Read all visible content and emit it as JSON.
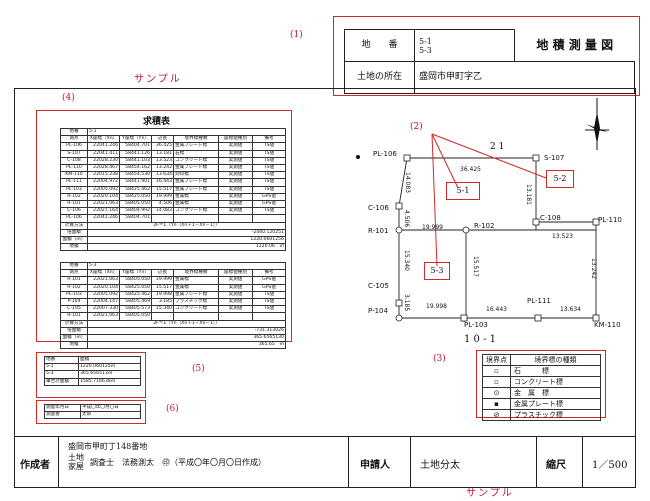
{
  "markers": {
    "m1": "(1)",
    "m2": "(2)",
    "m3": "(3)",
    "m4": "(4)",
    "m5": "(5)",
    "m6": "(6)",
    "sample_top": "サンプル",
    "sample_bottom": "サンプル"
  },
  "title_block": {
    "parcel_label": "地　　番",
    "parcel_value_1": "5-1",
    "parcel_value_2": "5-3",
    "doc_title": "地 積 測 量 図",
    "location_label": "土地の所在",
    "location_value": "盛岡市甲町字乙"
  },
  "area_table": {
    "title": "求積表",
    "table1": {
      "header_lot": "地番",
      "lot_value": "5-1",
      "columns": [
        "測点",
        "X座標（Xn）",
        "Y座標（Yn）",
        "辺長",
        "境界標種類",
        "座標値種別",
        "備考"
      ],
      "rows": [
        [
          "PL-106",
          "22041.246",
          "58404.701",
          "36.425",
          "金属プレート標",
          "実測値",
          "TS値"
        ],
        [
          "S-107",
          "22041.411",
          "58441.126",
          "13.181",
          "石標",
          "実測値",
          "TS値"
        ],
        [
          "C-108",
          "22028.230",
          "58441.103",
          "13.523",
          "コンクリート標",
          "実測値",
          "TS値"
        ],
        [
          "PL-110",
          "22028.467",
          "58454.162",
          "13.242",
          "金属プレート標",
          "実測値",
          "TS値"
        ],
        [
          "KM-110",
          "22015.238",
          "58454.530",
          "13.634",
          "刻印標",
          "実測値",
          "TS値"
        ],
        [
          "PL-111",
          "22004.972",
          "58441.901",
          "16.443",
          "金属プレート標",
          "実測値",
          "TS値"
        ],
        [
          "PL-103",
          "22005.092",
          "58425.462",
          "15.517",
          "金属プレート標",
          "実測値",
          "TS値"
        ],
        [
          "R-102",
          "22020.104",
          "58425.050",
          "19.999",
          "金属標",
          "実測値",
          "GPS値"
        ],
        [
          "R-101",
          "22021.063",
          "58405.050",
          "4.506",
          "金属標",
          "実測値",
          "GPS値"
        ],
        [
          "C-106",
          "22027.164",
          "58404.992",
          "14.083",
          "コンクリート標",
          "実測値",
          "TS値"
        ],
        [
          "PL-106",
          "22041.246",
          "58404.701",
          "",
          "",
          "",
          ""
        ]
      ],
      "calc_label": "計算方法",
      "calc_formula": "2F＝Σ（Yn（Xn＋1－Xn－1））",
      "double_area_label": "倍面積",
      "double_area_value": "-2440.120251",
      "area_label": "面積（㎡）",
      "area_value": "1220.0601256",
      "ground_area_label": "地積",
      "ground_area_value": "1220.06　㎡"
    },
    "table2": {
      "header_lot": "地番",
      "lot_value": "5-3",
      "columns": [
        "測点",
        "X座標（Xn）",
        "Y座標（Yn）",
        "辺長",
        "境界標種類",
        "座標値種別",
        "備考"
      ],
      "rows": [
        [
          "R-101",
          "22021.063",
          "58405.050",
          "19.999",
          "金属標",
          "実測値",
          "GPS値"
        ],
        [
          "R-102",
          "22020.104",
          "58425.050",
          "15.517",
          "金属標",
          "実測値",
          "GPS値"
        ],
        [
          "PL-103",
          "22005.092",
          "58425.462",
          "19.998",
          "金属プレート標",
          "実測値",
          "TS値"
        ],
        [
          "P-104",
          "22004.147",
          "58405.469",
          "3.185",
          "プラスチック標",
          "実測値",
          "TS値"
        ],
        [
          "C-105",
          "22007.330",
          "58405.573",
          "15.340",
          "コンクリート標",
          "実測値",
          "TS値"
        ],
        [
          "R-101",
          "22021.063",
          "58405.050",
          "",
          "",
          "",
          ""
        ]
      ],
      "calc_label": "計算方法",
      "calc_formula": "2F＝Σ（Yn（Xn＋1－Xn－1））",
      "double_area_label": "倍面積",
      "double_area_value": "-731.313026",
      "area_label": "面積（㎡）",
      "area_value": "365.6565130",
      "ground_area_label": "地積",
      "ground_area_value": "365.65　㎡"
    }
  },
  "summary_table": {
    "col_lot": "地番",
    "col_area": "面積",
    "rows": [
      [
        "5-1",
        "1220.060125㎡"
      ],
      [
        "5-3",
        "365.656513㎡"
      ],
      [
        "筆合計面積",
        "1585.716638㎡"
      ]
    ]
  },
  "survey_info": {
    "date_label": "測量年月日",
    "date_value": "平成〇年〇月〇日",
    "surveyor_label": "測量者",
    "surveyor_value": "太郎"
  },
  "plan": {
    "parcel_number_top": "2 1",
    "parcel_number_bottom": "1 0 - 1",
    "lot_5_1": "5-1",
    "lot_5_2": "5-2",
    "lot_5_3": "5-3",
    "points": {
      "PL106": "PL-106",
      "S107": "S-107",
      "C108": "C-108",
      "PL110": "PL-110",
      "C106": "C-106",
      "R101": "R-101",
      "R102": "R-102",
      "C105": "C-105",
      "P104": "P-104",
      "PL103": "PL-103",
      "PL111": "PL-111",
      "KM110": "KM-110"
    },
    "dims": {
      "d_top": "36.425",
      "d_right_top": "13.181",
      "d_left_top": "14.083",
      "d_c106": "4.506",
      "d_r101_r102": "19.999",
      "d_c108_pl110": "13.523",
      "d_r101_c105": "15.340",
      "d_r102_pl103": "15.517",
      "d_pl110_km110": "13.242",
      "d_p104": "3.185",
      "d_bottom_left": "19.998",
      "d_bottom_mid": "16.443",
      "d_bottom_right": "13.634"
    }
  },
  "legend": {
    "col_point": "境界点",
    "col_kind": "境界標の種類",
    "rows": [
      {
        "symbol": "▫",
        "kind": "石　　　標"
      },
      {
        "symbol": "▫",
        "kind": "コンクリート標"
      },
      {
        "symbol": "⊙",
        "kind": "金　属　標"
      },
      {
        "symbol": "▪",
        "kind": "金属プレート標"
      },
      {
        "symbol": "⊘",
        "kind": "プラスチック標"
      }
    ]
  },
  "footer": {
    "author_label": "作成者",
    "author_line1": "盛岡市甲町丁148番地",
    "author_line2_prefix": "土地",
    "author_line3_prefix": "家屋",
    "author_line_title": "調査士　法務測太　㊞（平成〇年〇月〇日作成）",
    "applicant_label": "申請人",
    "applicant_value": "土地分太",
    "scale_label": "縮尺",
    "scale_value": "1／500"
  }
}
